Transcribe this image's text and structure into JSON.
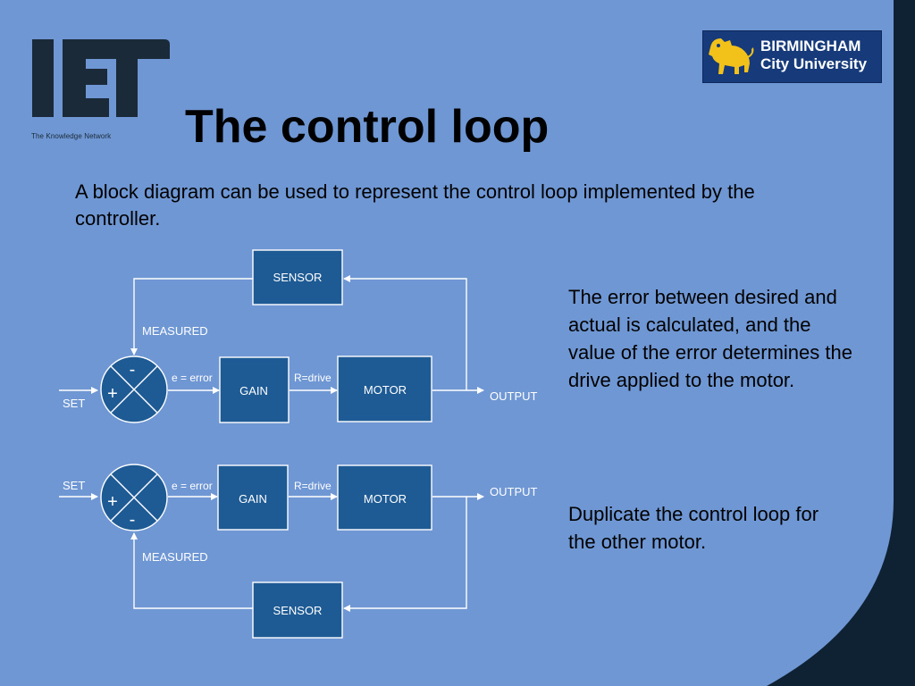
{
  "header": {
    "title": "The control loop",
    "iet_tagline": "The Knowledge Network",
    "bcu_line1": "BIRMINGHAM",
    "bcu_line2": "City University"
  },
  "intro_text": "A block diagram can be used to represent the control loop implemented by the controller.",
  "paragraphs": {
    "error_explanation": "The error between desired and actual is calculated, and the value of the error determines the drive applied to the motor.",
    "duplicate_note": "Duplicate the control loop for the other motor."
  },
  "diagram_top": {
    "sensor": "SENSOR",
    "measured": "MEASURED",
    "minus": "-",
    "plus": "+",
    "error": "e = error",
    "gain": "GAIN",
    "drive": "R=drive",
    "motor": "MOTOR",
    "output": "OUTPUT",
    "set": "SET"
  },
  "diagram_bottom": {
    "set": "SET",
    "error": "e = error",
    "drive": "R=drive",
    "gain": "GAIN",
    "motor": "MOTOR",
    "output": "OUTPUT",
    "plus": "+",
    "minus": "-",
    "measured": "MEASURED",
    "sensor": "SENSOR"
  },
  "colors": {
    "background": "#6f97d4",
    "block_fill": "#1e5b94",
    "right_border": "#0f2233",
    "iet_logo": "#1a2a38",
    "bcu_navy": "#163a7a",
    "bcu_gold": "#f2c21a"
  }
}
